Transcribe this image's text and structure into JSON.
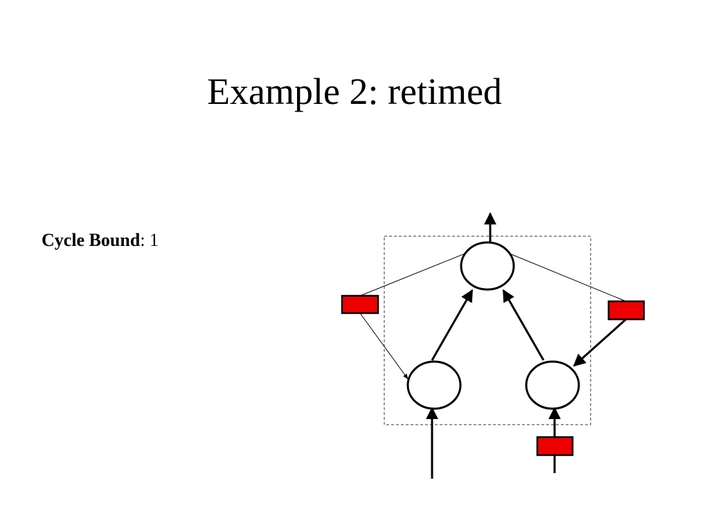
{
  "slide": {
    "title": "Example 2: retimed"
  },
  "cycle_bound": {
    "label": "Cycle Bound",
    "separator": ": ",
    "value": "1"
  },
  "diagram": {
    "node_count": 3,
    "register_count": 3,
    "colors": {
      "register_fill": "#ee0000",
      "stroke": "#000000",
      "boundary": "#333333"
    }
  }
}
